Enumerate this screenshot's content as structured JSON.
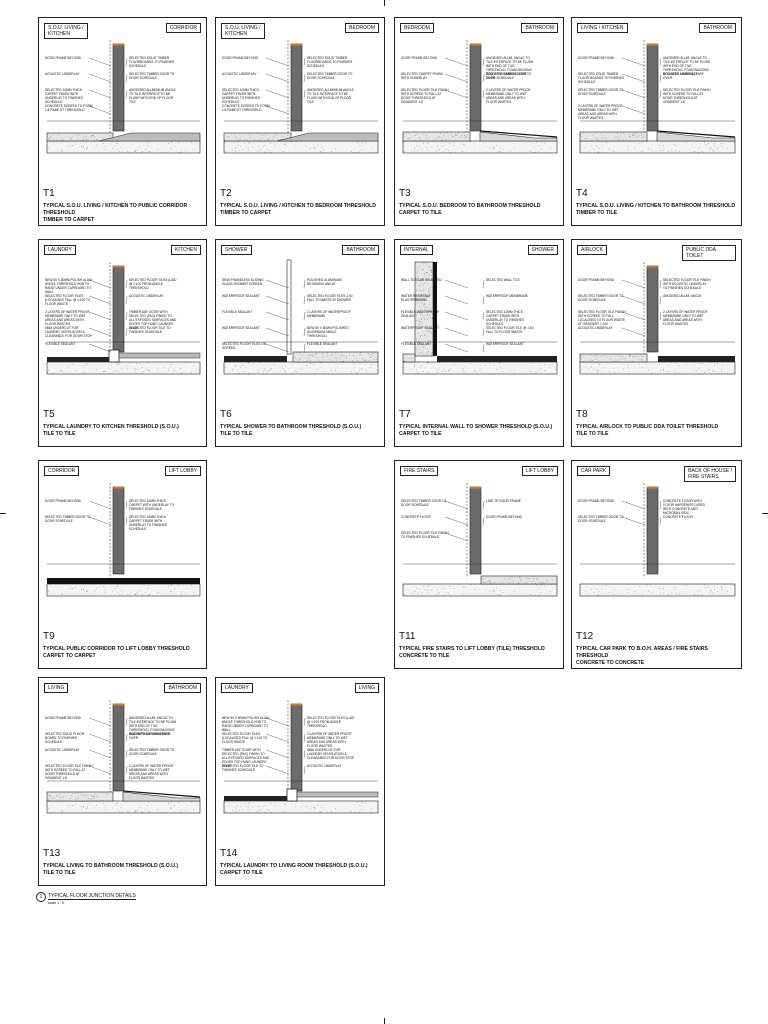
{
  "panels": [
    {
      "id": "T1",
      "left_tag": "S.O.U. LIVING /\nKITCHEN",
      "right_tag": "CORRIDOR",
      "caption": "TYPICAL S.O.U. LIVING / KITCHEN TO PUBLIC CORRIDOR THRESHOLD\nTIMBER TO CARPET",
      "notes": [
        "DOOR FRAME BEYOND",
        "SELECTED SOLID TIMBER FLOORBOARDS TO FINISHES SCHEDULE",
        "ACOUSTIC UNDERLAY",
        "SELECTED TIMBER DOOR TO DOOR SCHEDULE",
        "SELECTED 10MM THICK CARPET FINISH WITH UNDERLAY TO FINISHES SCHEDULE",
        "ANODISED ALUMINIUM ANGLE TO TILE INTERFACE TO BE FLUSH WITH END OF FLOOR TILE",
        "CONCRETE SCREED TO FORM 1:8 RAMP AT THRESHOLD"
      ]
    },
    {
      "id": "T2",
      "left_tag": "S.O.U. LIVING /\nKITCHEN",
      "right_tag": "BEDROOM",
      "caption": "TYPICAL S.O.U. LIVING / KITCHEN TO BEDROOM THRESHOLD\nTIMBER TO CARPET",
      "notes": [
        "DOOR FRAME BEYOND",
        "SELECTED SOLID TIMBER FLOORBOARDS TO FINISHES SCHEDULE",
        "ACOUSTIC UNDERLAY",
        "SELECTED TIMBER DOOR TO DOOR SCHEDULE",
        "SELECTED 10MM THICK CARPET FINISH WITH UNDERLAY TO FINISHES SCHEDULE",
        "ANODISED ALUMINIUM ANGLE TO TILE INTERFACE TO BE FLUSH WITH END OF FLOOR TILE",
        "CONCRETE SCREED TO FORM 1:8 RAMP AT THRESHOLD"
      ]
    },
    {
      "id": "T3",
      "left_tag": "BEDROOM",
      "right_tag": "BATHROOM",
      "caption": "TYPICAL S.O.U. BEDROOM TO BATHROOM THRESHOLD\nCARPET TO TILE",
      "notes": [
        "DOOR FRAME BEYOND",
        "ANODISED ALUM. ANGLE TO TILE INTERFACE TO BE FLUSH WITH END OF TILE THRESHOLD. FOAM BACKING ROD WITH MARKING TAPE OVER",
        "SELECTED CARPET FINISH WITH UNDERLAY",
        "SELECTED TIMBER DOOR TO DOOR SCHEDULE",
        "SELECTED FLOOR TILE FINISH WITH SCREED TO FALL AT DOOR THRESHOLD AT GRADIENT 1:8",
        "2 LAYERS OF WATER PROOF MEMBRANE ONLY TO WET AREAS AND AREAS WITH FLOOR WASTES"
      ]
    },
    {
      "id": "T4",
      "left_tag": "LIVING / KITCHEN",
      "right_tag": "BATHROOM",
      "caption": "TYPICAL S.O.U. LIVING / KITCHEN TO BATHROOM THRESHOLD\nTIMBER TO TILE",
      "notes": [
        "DOOR FRAME BEYOND",
        "ANODISED ALUM. ANGLE TO TILE INTERFACE TO BE FLUSH WITH END OF TILE THRESHOLD. FOAM BACKING ROD WITH MARKING TAPE OVER",
        "SELECTED SOLID TIMBER FLOOR BOARDS TO FINISHES SCHEDULE",
        "ACOUSTIC UNDERLAY",
        "SELECTED TIMBER DOOR TO DOOR SCHEDULE",
        "SELECTED FLOOR TILE FINISH WITH SCREED TO FALL AT DOOR THRESHOLD AT GRADIENT 1:8",
        "2 LAYERS OF WATER PROOF MEMBRANE ONLY TO WET AREAS AND AREAS WITH FLOOR WASTES"
      ]
    },
    {
      "id": "T5",
      "left_tag": "LAUNDRY",
      "right_tag": "KITCHEN",
      "caption": "TYPICAL LAUNDRY TO KITCHEN THRESHOLD (S.O.U.)\nTILE TO TILE",
      "notes": [
        "NEW 50 X 50MM POLISH ALUM. ANGLE THRESHOLD HOB TO RAISE UNDER CUPBOARD TO WALL",
        "SELECTED FLOOR TILES (LAID @ 1:100 FROM ANGLE THRESHOLD",
        "SELECTED FLOOR TILES (LOCALISED FALL @ 1:100 TO FLOOR WASTE",
        "ACOUSTIC UNDERLAY",
        "2 LAYERS OF WATER PROOF MEMBRANE ONLY TO WET AREAS AND AREAS WITH FLOOR WASTES",
        "TIMBER ADF DOOR WITH SELECTED (PAC) FINISH TO ALL EXPOSED SURFACES AND EDGES TOP HUNG LAUNDRY DOOR",
        "5MM UNDERCUT FOR LAUNDRY VENTILATION & CLEARANCE FOR DOOR STOP",
        "SELECTED FLOOR TILE TO FINISHES SCHEDULE",
        "FLEXIBLE SEALANT"
      ]
    },
    {
      "id": "T6",
      "left_tag": "SHOWER",
      "right_tag": "BATHROOM",
      "caption": "TYPICAL SHOWER TO BATHROOM THRESHOLD (S.O.U.)\nTILE TO TILE",
      "notes": [
        "SEMI FRAMELESS SLIDING GLASS SHOWER SCREEN",
        "POLISHED ALUMINIUM RETAINING ANGLE",
        "WATERPROOF SEALANT",
        "SELECTED FLOOR TILES 1:60 FALL TO WASTE IN SHOWER",
        "FLEXIBLE SEALANT",
        "2 LAYERS OF WATERPROOF MEMBRANE",
        "WATERPROOF SEALANT",
        "NEW 50 X 50MM POLISHED ALUMINIUM ANGLE THRESHOLD",
        "SELECTED FLOOR TILES ON SCREED",
        "FLEXIBLE SEALANT"
      ]
    },
    {
      "id": "T7",
      "left_tag": "INTERNAL",
      "right_tag": "SHOWER",
      "caption": "TYPICAL INTERNAL WALL TO SHOWER THRESHOLD (S.O.U.)\nCARPET TO TILE",
      "notes": [
        "WALL TILES AS SELECTED",
        "SELECTED WALL TILE",
        "WATER RESISTANT PLASTERBOARD",
        "WATERPROOF MEMBRANE",
        "FLEXIBLE WATERPROOF SEALANT",
        "SELECTED 10MM THICK CARPET FINISH WITH UNDERLAY TO FINISHES SCHEDULE",
        "WATERPROOF SEALANT",
        "SELECTED FLOOR TILE @ 1:60 FALL TO FLOOR WASTE",
        "FLEXIBLE SEALANT",
        "WATERPROOF SEALANT"
      ]
    },
    {
      "id": "T8",
      "left_tag": "AIRLOCK",
      "right_tag": "PUBLIC DDA TOILET",
      "caption": "TYPICAL AIRLOCK TO PUBLIC DDA TOILET THRESHOLD\nTILE TO TILE",
      "notes": [
        "DOOR FRAME BEYOND",
        "SELECTED FLOOR TILE FINISH WITH ACOUSTIC UNDERLAY TO FINISHES SCHEDULE",
        "SELECTED TIMBER DOOR TO DOOR SCHEDULE",
        "ANODISED ALUM. ANGLE",
        "SELECTED FLOOR TILE FINISH WITH SCREED TO FALL LOCALISED TO FLOOR WASTE AT GRADIENT 1:100",
        "2 LAYERS OF WATER PROOF MEMBRANE ONLY TO WET AREAS AND AREAS WITH FLOOR WASTES",
        "ACOUSTIC UNDERLAY"
      ]
    },
    {
      "id": "T9",
      "left_tag": "CORRIDOR",
      "right_tag": "LIFT LOBBY",
      "caption": "TYPICAL PUBLIC CORRIDOR TO LIFT LOBBY THRESHOLD\nCARPET TO CARPET",
      "notes": [
        "DOOR FRAME BEYOND",
        "SELECTED 10MM THICK CARPET WITH UNDERLAY TO FINISHES SCHEDULE",
        "SELECTED TIMBER DOOR TO DOOR SCHEDULE",
        "SELECTED 10MM THICK CARPET FINISH WITH UNDERLAY TO FINISHES SCHEDULE"
      ]
    },
    {
      "id": "T11",
      "left_tag": "FIRE STAIRS",
      "right_tag": "LIFT LOBBY",
      "caption": "TYPICAL FIRE STAIRS TO LIFT LOBBY (TILE) THRESHOLD\nCONCRETE TO TILE",
      "notes": [
        "SELECTED TIMBER DOOR TO DOOR SCHEDULE",
        "LINE OF DOOR FRAME",
        "CONCRETE FLOOR",
        "DOOR FRAME BEYOND",
        "SELECTED FLOOR TILE FINISH TO FINISHES SCHEDULE"
      ]
    },
    {
      "id": "T12",
      "left_tag": "CAR PARK",
      "right_tag": "BACK OF HOUSE /\nFIRE STAIRS",
      "caption": "TYPICAL CAR PARK TO B.O.H. AREAS / FIRE STAIRS THRESHOLD\nCONCRETE TO CONCRETE",
      "notes": [
        "DOOR FRAME BEYOND",
        "CONCRETE FLOOR WITH FLOOR HARDENER CURED WITH CONCRETE ANTI MICROBIAL SEAL",
        "SELECTED TIMBER DOOR TO DOOR SCHEDULE",
        "CONCRETE FLOOR"
      ]
    },
    {
      "id": "T13",
      "left_tag": "LIVING",
      "right_tag": "BATHROOM",
      "caption": "TYPICAL LIVING TO BATHROOM THRESHOLD (S.O.U.)\nTILE TO TILE",
      "notes": [
        "DOOR FRAME BEYOND",
        "ANODISED ALUM. ANGLE TO TILE INTERFACE TO BE FLUSH WITH END OF TILE THRESHOLD. FOAM BACKING ROD WITH MARKING TAPE OVER",
        "SELECTED SOLID FLOOR BOARD TO FINISHES SCHEDULE",
        "WATERPROOF MEMBRANE",
        "ACOUSTIC UNDERLAY",
        "SELECTED TIMBER DOOR TO DOOR SCHEDULE",
        "SELECTED FLOOR TILE FINISH WITH SCREED TO FALL AT DOOR THRESHOLD AT GRADIENT 1:8",
        "2 LAYERS OF WATER PROOF MEMBRANE ONLY TO WET AREAS AND AREAS WITH FLOOR WASTES"
      ]
    },
    {
      "id": "T14",
      "left_tag": "LAUNDRY",
      "right_tag": "LIVING",
      "caption": "TYPICAL LAUNDRY TO LIVING ROOM THRESHOLD (S.O.U.)\nCARPET TO TILE",
      "notes": [
        "NEW 50 X 50MM POLISH ALUM. ANGLE THRESHOLD HOB TO RAISE UNDER CUPBOARD TO WALL",
        "SELECTED FLOOR TILES (LAID @ 1:100 FROM ANGLE THRESHOLD",
        "SELECTED FLOOR TILES (LOCALISED FALL @ 1:100 TO FLOOR WASTE",
        "2 LAYERS OF WATER PROOF MEMBRANE ONLY TO WET AREAS AND AREAS WITH FLOOR WASTES",
        "TIMBER ADF DOOR WITH SELECTED (PAC) FINISH TO ALL EXPOSED SURFACES AND EDGES TOP HUNG LAUNDRY DOOR",
        "5MM UNDERCUT FOR LAUNDRY VENTILATION & CLEARANCE FOR DOOR STOP",
        "SELECTED FLOOR TILE TO FINISHES SCHEDULE",
        "ACOUSTIC UNDERLAY"
      ]
    }
  ],
  "footer": {
    "number": "1",
    "title": "TYPICAL FLOOR JUNCTION DETAILS",
    "scale": "scale 1 : 5"
  },
  "colors": {
    "door": "#6b6b6b",
    "door_edge": "#d27a1c",
    "line": "#222222"
  }
}
